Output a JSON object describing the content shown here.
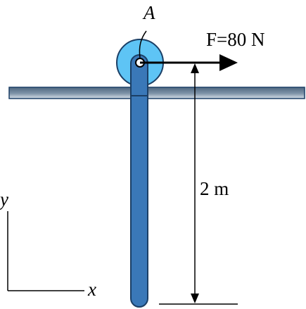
{
  "diagram": {
    "point_label": "A",
    "force_label": "F=80 N",
    "length_label": "2 m",
    "axis_y_label": "y",
    "axis_x_label": "x"
  },
  "colors": {
    "rod_fill": "#3a78b8",
    "rod_outline": "#1b3f66",
    "pulley_fill": "#5ec4f5",
    "pulley_outline": "#1b3f66",
    "ground_fill": "#5c7389",
    "ground_shadow": "#9fb2c4",
    "line": "#000000"
  }
}
